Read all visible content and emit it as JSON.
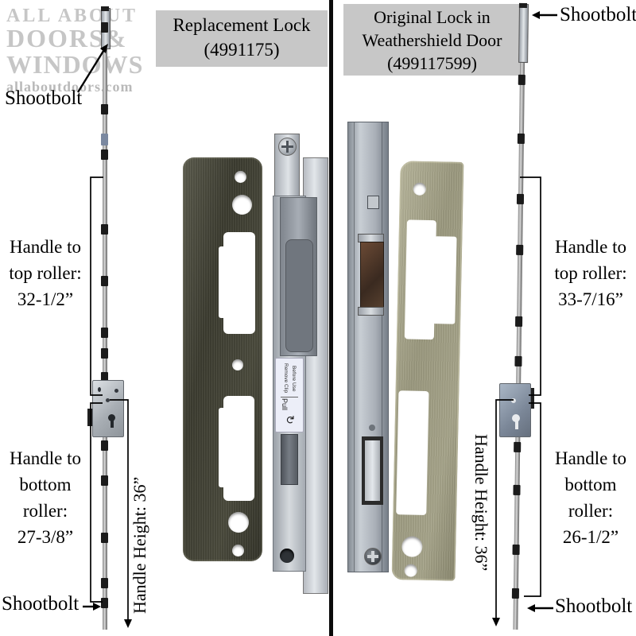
{
  "logo": {
    "line1": "ALL ABOUT",
    "line2": "DOORS&",
    "line3": "WINDOWS",
    "website": "allaboutdoors.com"
  },
  "left_panel": {
    "title_lines": [
      "Replacement Lock",
      "(4991175)"
    ],
    "shootbolt_top": "Shootbolt",
    "shootbolt_bottom": "Shootbolt",
    "handle_to_top_roller_lines": [
      "Handle to",
      "top roller:",
      "32-1/2”"
    ],
    "handle_to_bottom_roller_lines": [
      "Handle to",
      "bottom",
      "roller:",
      "27-3/8”"
    ],
    "handle_height": "Handle Height: 36”",
    "mech_label": {
      "line1": "Remove Clip",
      "line2": "Before Use",
      "pull": "Pull",
      "rotate_icon": "↻"
    }
  },
  "right_panel": {
    "title_lines": [
      "Original Lock in",
      "Weathershield Door",
      "(499117599)"
    ],
    "shootbolt_top": "Shootbolt",
    "shootbolt_bottom": "Shootbolt",
    "handle_to_top_roller_lines": [
      "Handle to",
      "top roller:",
      "33-7/16”"
    ],
    "handle_to_bottom_roller_lines": [
      "Handle to",
      "bottom",
      "roller:",
      "26-1/2”"
    ],
    "handle_height": "Handle Height: 36”"
  },
  "colors": {
    "title_box_bg": "#c7c7c7",
    "logo_gray": "#c6c6c6",
    "left_plate_bronze": "#45453a",
    "right_plate_brass": "#a3a189",
    "metal_silver": "#bfc3c9",
    "divider_black": "#0a0a0a"
  }
}
